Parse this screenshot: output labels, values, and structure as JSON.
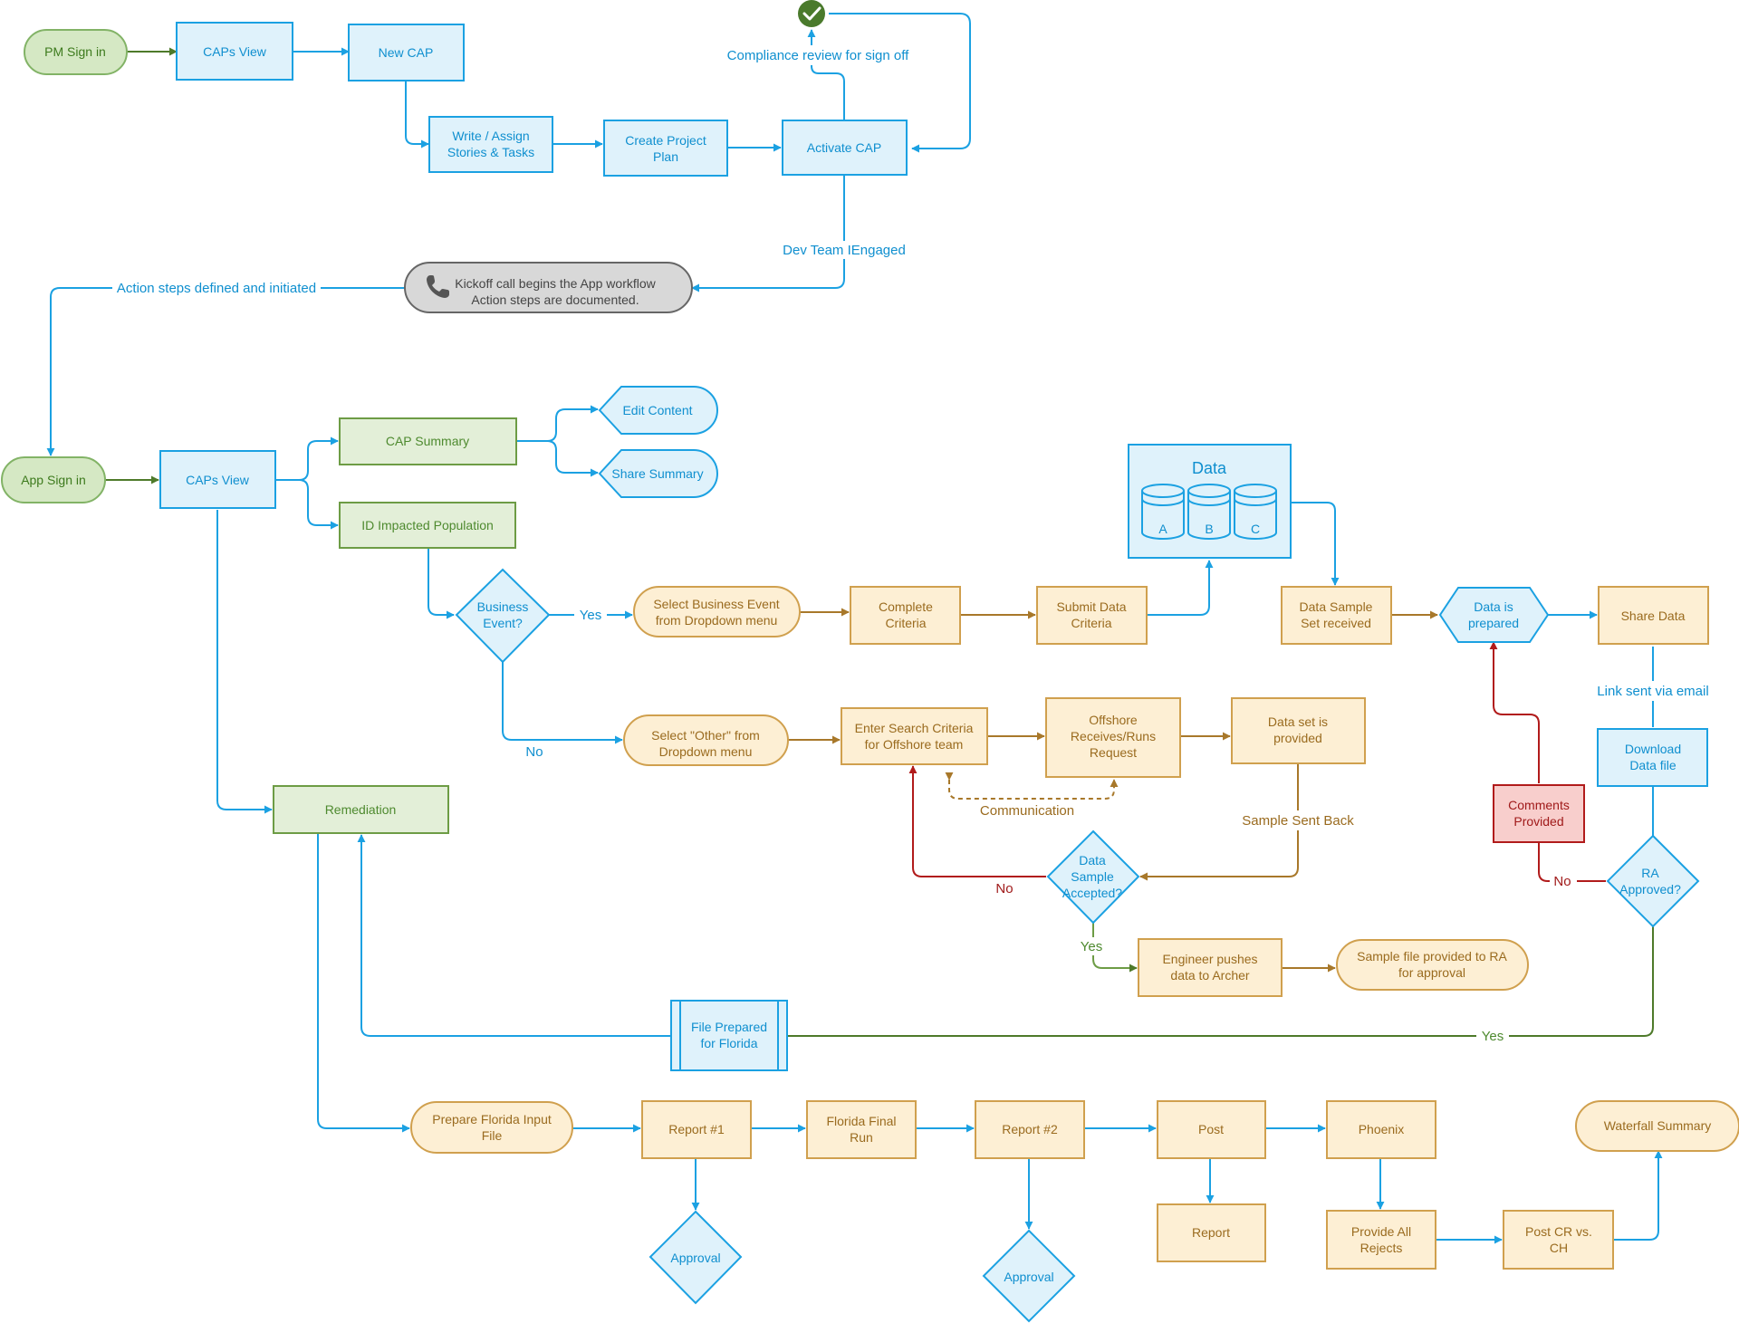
{
  "colors": {
    "blue_fill": "#dff2fb",
    "blue_stroke": "#1ba1e2",
    "blue_text": "#0f8fcf",
    "green_fill": "#e3efd8",
    "green_stroke": "#6d9c45",
    "green_text": "#4e8a2f",
    "tan_fill": "#fdefd4",
    "tan_stroke": "#d0a04e",
    "tan_text": "#9a6b1f",
    "red_fill": "#f8cecc",
    "red_stroke": "#b11b1b",
    "red_text": "#a01a1a",
    "grey_fill": "#d8d8d8",
    "grey_stroke": "#666666",
    "grey_text": "#444444",
    "start_fill": "#d5e8c4",
    "start_stroke": "#82b366",
    "start_text": "#3d7a1d",
    "check_green": "#4a7a2c"
  },
  "nodes": {
    "pm_sign_in": [
      "PM Sign in"
    ],
    "caps_view_top": [
      "CAPs View"
    ],
    "new_cap": [
      "New CAP"
    ],
    "write_assign": [
      "Write / Assign",
      "Stories & Tasks"
    ],
    "create_plan": [
      "Create Project",
      "Plan"
    ],
    "activate_cap": [
      "Activate CAP"
    ],
    "kickoff": [
      "Kickoff call begins the App workflow",
      "Action steps are documented."
    ],
    "app_sign_in": [
      "App Sign in"
    ],
    "caps_view_app": [
      "CAPs View"
    ],
    "cap_summary": [
      "CAP Summary"
    ],
    "edit_content": [
      "Edit Content"
    ],
    "share_summary": [
      "Share Summary"
    ],
    "id_impacted": [
      "ID Impacted Population"
    ],
    "business_event": [
      "Business",
      "Event?"
    ],
    "select_business_event": [
      "Select Business Event",
      "from Dropdown menu"
    ],
    "complete_criteria": [
      "Complete",
      "Criteria"
    ],
    "submit_data_criteria": [
      "Submit Data",
      "Criteria"
    ],
    "data_store": [
      "Data"
    ],
    "data_sample_received": [
      "Data Sample",
      "Set received"
    ],
    "data_is_prepared": [
      "Data is",
      "prepared"
    ],
    "share_data": [
      "Share Data"
    ],
    "download_data": [
      "Download",
      "Data file"
    ],
    "ra_approved": [
      "RA",
      "Approved?"
    ],
    "comments_provided": [
      "Comments",
      "Provided"
    ],
    "select_other": [
      "Select \"Other\" from",
      "Dropdown menu"
    ],
    "enter_search": [
      "Enter Search Criteria",
      "for Offshore team"
    ],
    "offshore_runs": [
      "Offshore",
      "Receives/Runs",
      "Request"
    ],
    "data_set_provided": [
      "Data set is",
      "provided"
    ],
    "data_sample_accepted": [
      "Data",
      "Sample",
      "Accepted?"
    ],
    "engineer_pushes": [
      "Engineer pushes",
      "data to Archer"
    ],
    "sample_file_ra": [
      "Sample file provided to RA",
      "for approval"
    ],
    "remediation": [
      "Remediation"
    ],
    "file_prepared_florida": [
      "File Prepared",
      "for Florida"
    ],
    "prepare_florida_input": [
      "Prepare Florida Input",
      "File"
    ],
    "report_1": [
      "Report #1"
    ],
    "florida_final_run": [
      "Florida Final",
      "Run"
    ],
    "report_2": [
      "Report #2"
    ],
    "post": [
      "Post"
    ],
    "phoenix": [
      "Phoenix"
    ],
    "report_post": [
      "Report"
    ],
    "provide_rejects": [
      "Provide All",
      "Rejects"
    ],
    "post_cr_ch": [
      "Post CR vs.",
      "CH"
    ],
    "waterfall_summary": [
      "Waterfall Summary"
    ],
    "approval_1": [
      "Approval"
    ],
    "approval_2": [
      "Approval"
    ]
  },
  "db_labels": [
    "A",
    "B",
    "C"
  ],
  "edge_labels": {
    "compliance_review": "Compliance review for sign off",
    "dev_team_engaged": "Dev Team IEngaged",
    "action_steps": "Action steps defined and initiated",
    "yes_business": "Yes",
    "no_business": "No",
    "communication": "Communication",
    "sample_sent_back": "Sample Sent Back",
    "no_accepted": "No",
    "yes_accepted": "Yes",
    "link_sent": "Link sent via email",
    "no_ra": "No",
    "yes_ra": "Yes"
  },
  "icons": {
    "check": "check-circle-icon",
    "phone": "phone-icon"
  }
}
